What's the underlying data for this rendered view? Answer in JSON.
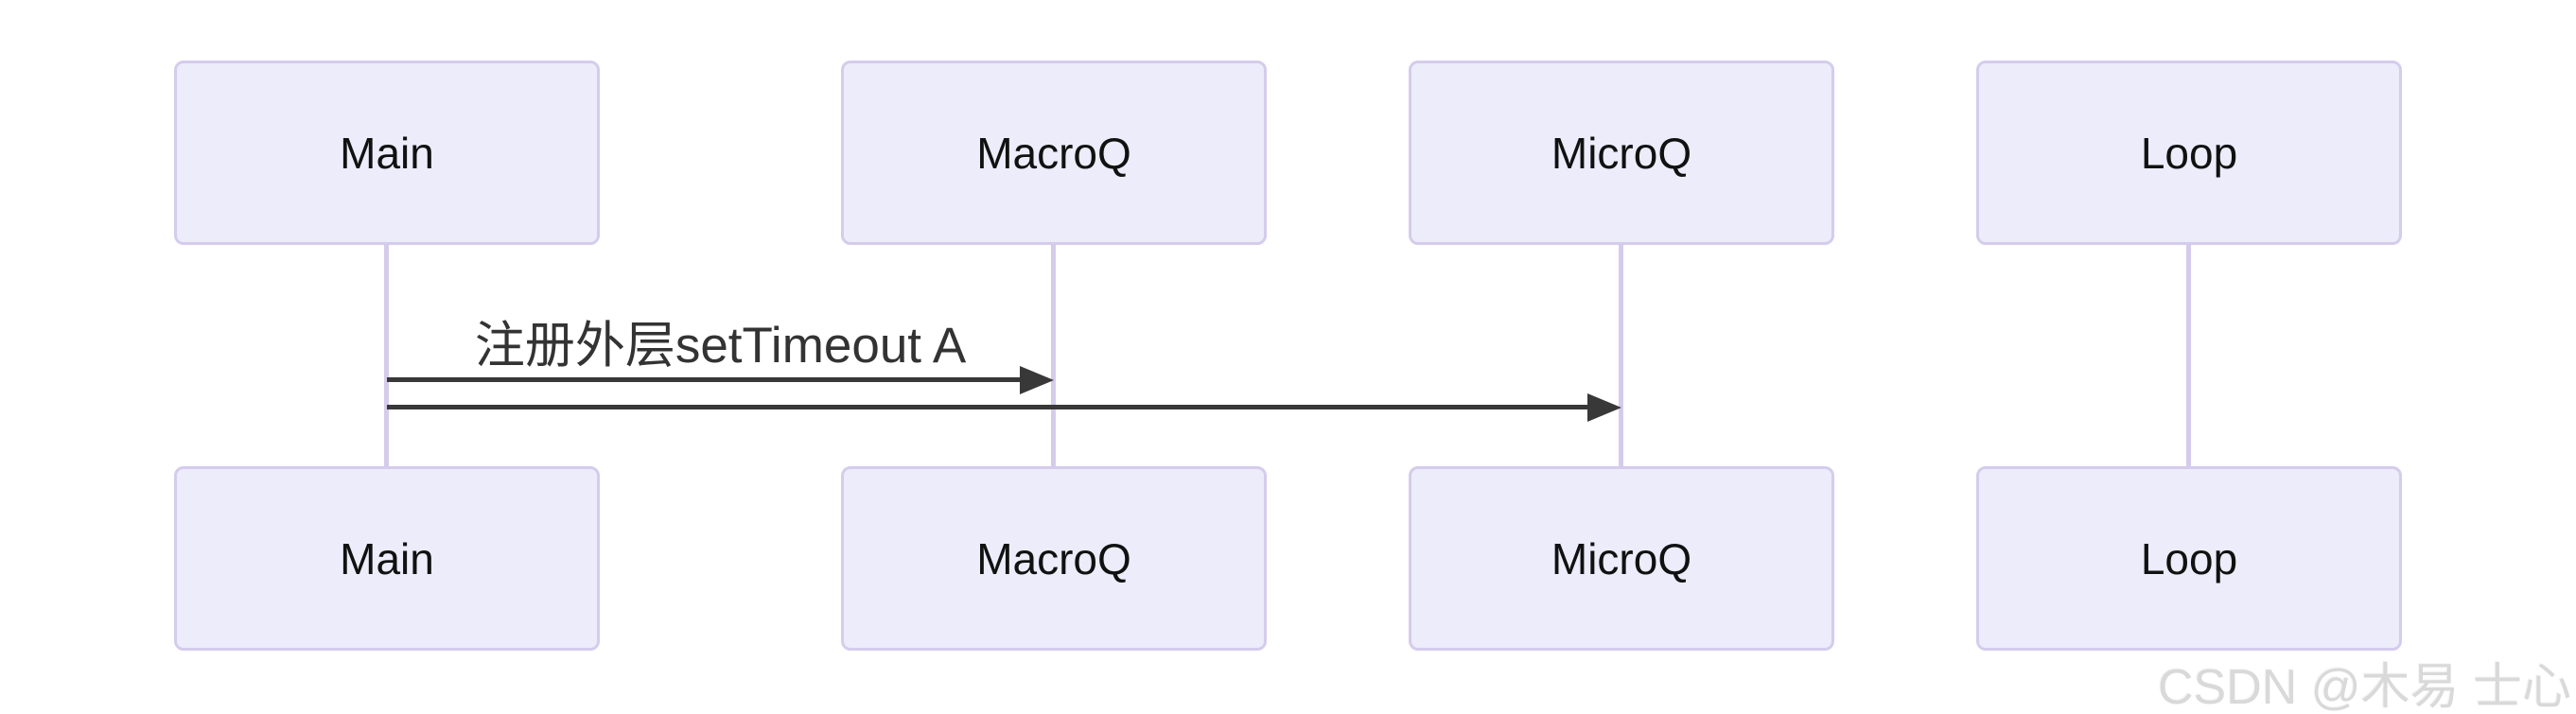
{
  "diagram": {
    "type": "sequence-diagram",
    "participants": [
      {
        "name": "Main"
      },
      {
        "name": "MacroQ"
      },
      {
        "name": "MicroQ"
      },
      {
        "name": "Loop"
      }
    ],
    "messages": [
      {
        "from": "Main",
        "to": "MacroQ",
        "label": "注册外层setTimeout A",
        "arrow": "solid-filled-head"
      },
      {
        "from": "Main",
        "to": "MicroQ",
        "label": "",
        "arrow": "solid-filled-head"
      }
    ]
  },
  "colors": {
    "actor-fill": "#ECECFA",
    "actor-border": "#D5CCEC",
    "lifeline": "#D5CCEC",
    "arrow": "#383838",
    "message-text": "#333333",
    "actor-text": "#111111",
    "watermark": "#D9D9D9"
  },
  "watermark": {
    "text": "CSDN @木易 士心"
  }
}
